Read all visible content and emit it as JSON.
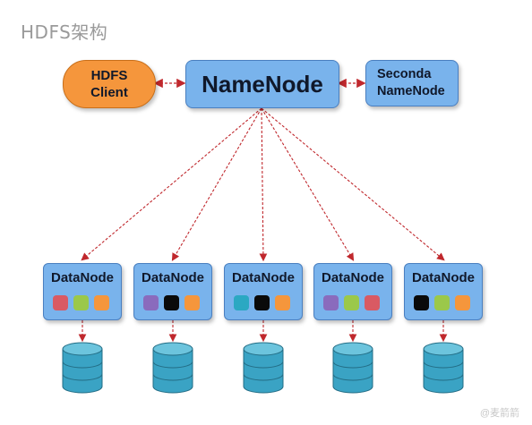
{
  "title": "HDFS架构",
  "client": {
    "line1": "HDFS",
    "line2": "Client",
    "color": "#f5963c"
  },
  "namenode": {
    "label": "NameNode",
    "color": "#79b3ec"
  },
  "secondary": {
    "line1": "Seconda",
    "line2": "NameNode"
  },
  "datanodes": [
    {
      "label": "DataNode",
      "blocks": [
        "#d95a63",
        "#9bc84a",
        "#f5963c"
      ]
    },
    {
      "label": "DataNode",
      "blocks": [
        "#8a6bbd",
        "#0a0a0a",
        "#f5963c"
      ]
    },
    {
      "label": "DataNode",
      "blocks": [
        "#2ba8c2",
        "#0a0a0a",
        "#f5963c"
      ]
    },
    {
      "label": "DataNode",
      "blocks": [
        "#8a6bbd",
        "#9bc84a",
        "#d95a63"
      ]
    },
    {
      "label": "DataNode",
      "blocks": [
        "#0a0a0a",
        "#9bc84a",
        "#f5963c"
      ]
    }
  ],
  "colors": {
    "arrow": "#c0282d",
    "disk": "#3aa3c4",
    "disk_top": "#6cc4dd"
  },
  "watermark": "@麦箭箭"
}
